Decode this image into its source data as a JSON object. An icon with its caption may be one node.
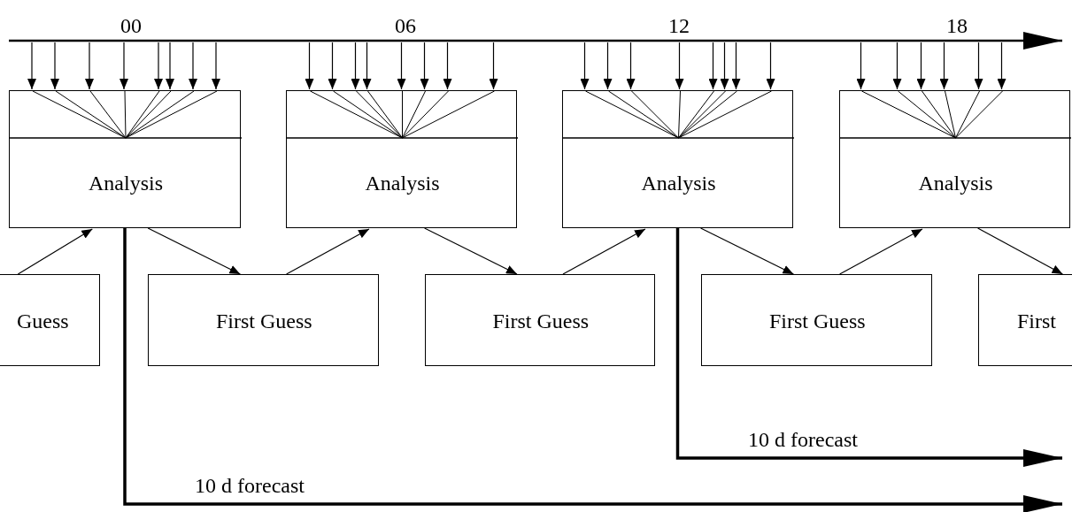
{
  "diagram": {
    "nodes": [
      {
        "text": [
          "Analysis"
        ]
      },
      {
        "text": [
          "Analysis"
        ]
      },
      {
        "text": [
          "Analysis"
        ]
      },
      {
        "text": [
          "Analysis"
        ]
      },
      {
        "text": [
          "Guess"
        ]
      },
      {
        "text": [
          "First Guess"
        ]
      },
      {
        "text": [
          "First Guess"
        ]
      },
      {
        "text": [
          "First Guess"
        ]
      },
      {
        "text": [
          "First"
        ]
      }
    ],
    "edges": [
      {
        "from": null,
        "to": 0,
        "arrow": "to"
      },
      {
        "from": null,
        "to": 0,
        "arrow": "to"
      },
      {
        "from": null,
        "to": 0,
        "arrow": "to"
      },
      {
        "from": null,
        "to": 0,
        "arrow": "to"
      },
      {
        "from": null,
        "to": 0,
        "arrow": "to"
      },
      {
        "from": null,
        "to": 0,
        "arrow": "to"
      },
      {
        "from": null,
        "to": 0,
        "arrow": "to"
      },
      {
        "from": null,
        "to": 0,
        "arrow": "to"
      },
      {
        "from": null,
        "to": 1,
        "arrow": "to"
      },
      {
        "from": null,
        "to": 1,
        "arrow": "to"
      },
      {
        "from": null,
        "to": 1,
        "arrow": "to"
      },
      {
        "from": null,
        "to": 1,
        "arrow": "to"
      },
      {
        "from": null,
        "to": 1,
        "arrow": "to"
      },
      {
        "from": null,
        "to": 1,
        "arrow": "to"
      },
      {
        "from": null,
        "to": 1,
        "arrow": "to"
      },
      {
        "from": null,
        "to": 1,
        "arrow": "to"
      },
      {
        "from": null,
        "to": 2,
        "arrow": "to"
      },
      {
        "from": null,
        "to": 2,
        "arrow": "to"
      },
      {
        "from": null,
        "to": 2,
        "arrow": "to"
      },
      {
        "from": null,
        "to": 2,
        "arrow": "to"
      },
      {
        "from": null,
        "to": 2,
        "arrow": "to"
      },
      {
        "from": null,
        "to": 2,
        "arrow": "to"
      },
      {
        "from": null,
        "to": 2,
        "arrow": "to"
      },
      {
        "from": null,
        "to": 2,
        "arrow": "to"
      },
      {
        "from": null,
        "to": 3,
        "arrow": "to"
      },
      {
        "from": null,
        "to": 3,
        "arrow": "to"
      },
      {
        "from": null,
        "to": 3,
        "arrow": "to"
      },
      {
        "from": null,
        "to": 3,
        "arrow": "to"
      },
      {
        "from": null,
        "to": 3,
        "arrow": "to"
      },
      {
        "from": null,
        "to": 3,
        "arrow": "to"
      },
      {
        "from": 4,
        "to": 0,
        "arrow": "to"
      },
      {
        "from": 0,
        "to": 5,
        "arrow": "to"
      },
      {
        "from": 5,
        "to": 1,
        "arrow": "to"
      },
      {
        "from": 1,
        "to": 6,
        "arrow": "to"
      },
      {
        "from": 6,
        "to": 2,
        "arrow": "to"
      },
      {
        "from": 2,
        "to": 7,
        "arrow": "to"
      },
      {
        "from": 7,
        "to": 3,
        "arrow": "to"
      },
      {
        "from": 3,
        "to": 8,
        "arrow": "to"
      },
      {
        "from": 0,
        "to": null,
        "arrow": "to",
        "label": "10 d forecast",
        "style": "thick"
      },
      {
        "from": 2,
        "to": null,
        "arrow": "to",
        "label": "10 d forecast",
        "style": "thick"
      }
    ],
    "labels": [
      "00",
      "06",
      "12",
      "18"
    ]
  }
}
